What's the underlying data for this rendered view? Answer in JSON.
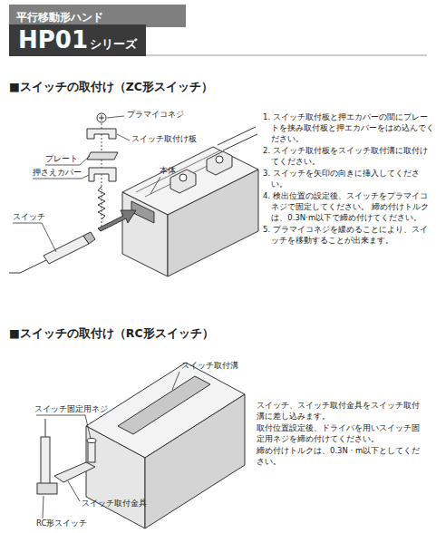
{
  "diagram": {
    "nodes": [
      {
        "text": [
          "平行移動形ハンド"
        ]
      },
      {
        "text": [
          "HP01",
          "シリーズ"
        ]
      }
    ],
    "labels": [
      "■スイッチの取付け（ZC形スイッチ）",
      "プラマイコネジ",
      "スイッチ取付け板",
      "プレート",
      "押さえカバー",
      "本体",
      "スイッチ",
      "1. スイッチ取付板と押エカバーの間にプレートを挟み取付板と押エカバーをはめ込んでください。",
      "2. スイッチ取付板をスイッチ取付溝に取付けてください。",
      "3. スイッチを矢印の向きに挿入してください。",
      "4. 検出位置の設定後、スイッチをプラマイコネジで固定してください。 締め付けトルクは、0.3N·m以下で締め付けてください。",
      "5. プラマイコネジを緩めることにより、スイッチを移動することが出来ます。",
      "■スイッチの取付け（RC形スイッチ）",
      "スイッチ取付溝",
      "スイッチ固定用ネジ",
      "スイッチ取付金具",
      "RC形スイッチ",
      "スイッチ、スイッチ取付金具をスイッチ取付溝に差し込みます。",
      "取付位置設定後、ドライバを用いスイッチ固定用ネジを締め付けてください。",
      "締め付けトルクは、0.3N · m以下としてください。"
    ]
  }
}
